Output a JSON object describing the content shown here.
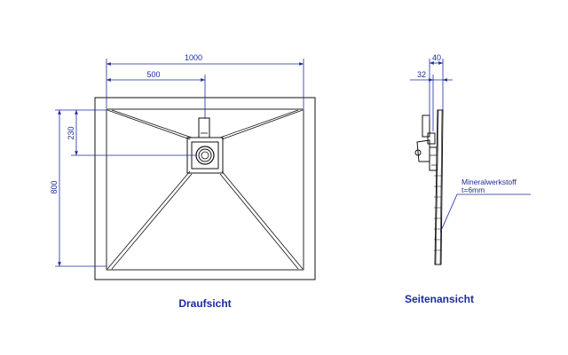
{
  "colors": {
    "dimension": "#1c2a9e",
    "outline": "#111111",
    "background": "#ffffff"
  },
  "top_view": {
    "caption": "Draufsicht",
    "dimensions": {
      "overall_width": "1000",
      "drain_offset_x": "500",
      "overall_depth": "800",
      "drain_offset_y": "230"
    }
  },
  "side_view": {
    "caption": "Seitenansicht",
    "dimensions": {
      "thickness_total": "40",
      "thickness_inner": "32"
    },
    "material_note": {
      "line1": "Mineralwerkstoff",
      "line2": "t=6mm"
    }
  }
}
